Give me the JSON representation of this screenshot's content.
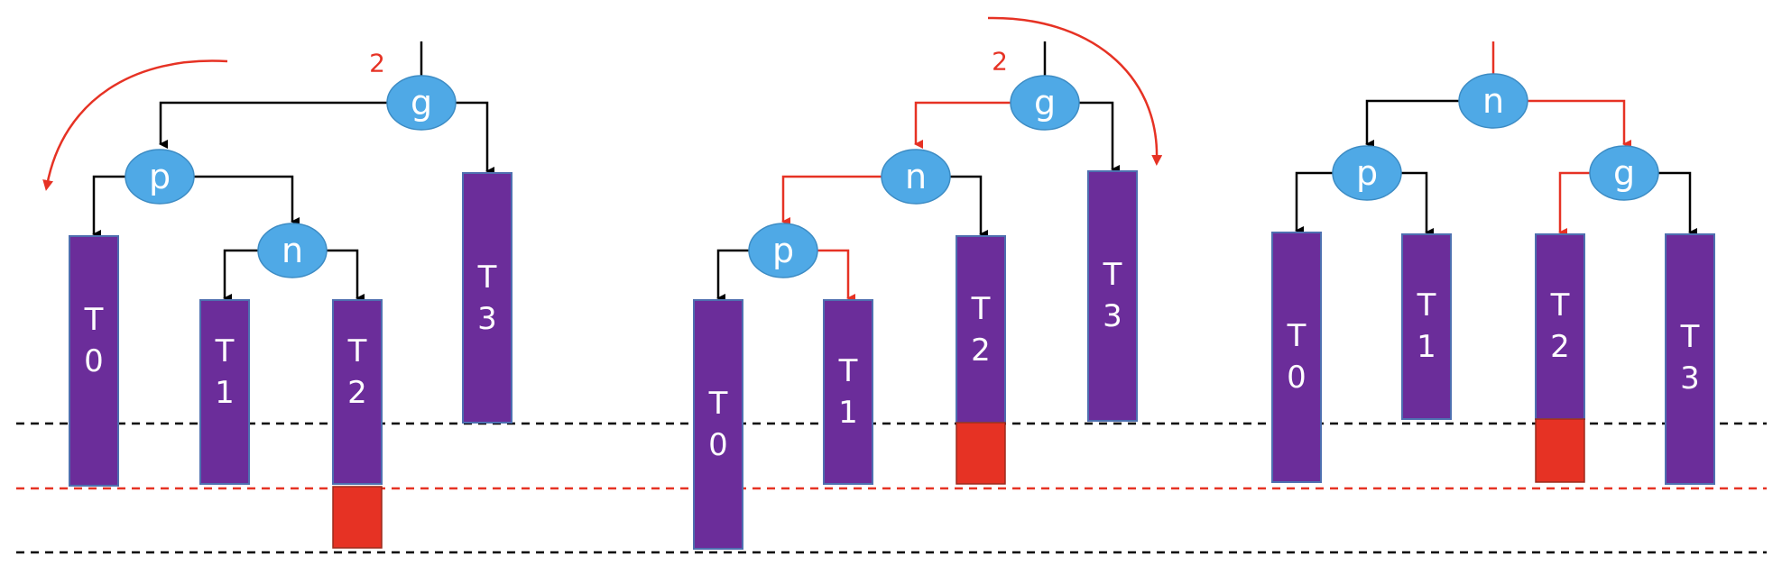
{
  "colors": {
    "node_fill": "#4FA9E6",
    "subtree_fill": "#6B2D9A",
    "highlight_red": "#E63224",
    "edge_black": "#000000"
  },
  "panels": [
    {
      "id": "panel-1",
      "balance_label": "2",
      "nodes": {
        "g": "g",
        "p": "p",
        "n": "n"
      },
      "subtrees": {
        "t0": "T\n0",
        "t1": "T\n1",
        "t2": "T\n2",
        "t3": "T\n3"
      }
    },
    {
      "id": "panel-2",
      "balance_label": "2",
      "nodes": {
        "g": "g",
        "n": "n",
        "p": "p"
      },
      "subtrees": {
        "t0": "T\n0",
        "t1": "T\n1",
        "t2": "T\n2",
        "t3": "T\n3"
      }
    },
    {
      "id": "panel-3",
      "nodes": {
        "n": "n",
        "p": "p",
        "g": "g"
      },
      "subtrees": {
        "t0": "T\n0",
        "t1": "T\n1",
        "t2": "T\n2",
        "t3": "T\n3"
      }
    }
  ]
}
